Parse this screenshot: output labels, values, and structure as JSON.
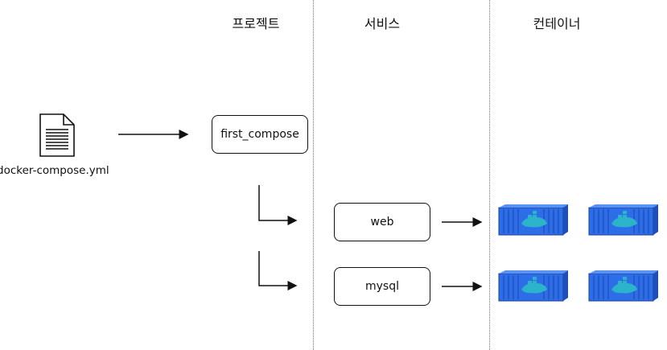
{
  "headers": {
    "project": "프로젝트",
    "service": "서비스",
    "container": "컨테이너"
  },
  "file": {
    "label": "docker-compose.yml",
    "icon": "document-icon"
  },
  "project": {
    "name": "first_compose"
  },
  "services": [
    {
      "name": "web"
    },
    {
      "name": "mysql"
    }
  ],
  "container_icon": "docker-container-icon",
  "colors": {
    "container_blue": "#2d6ee8",
    "whale": "#2bb3c9",
    "line": "#111111"
  }
}
